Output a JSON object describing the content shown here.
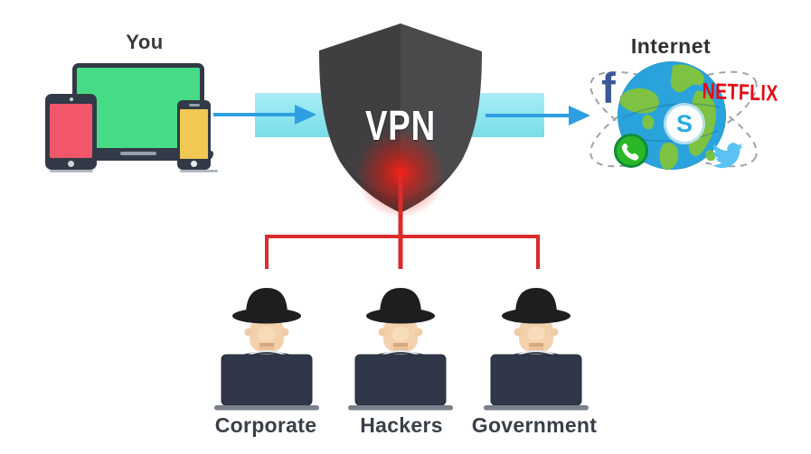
{
  "diagram": {
    "left": {
      "label": "You",
      "device_icons": [
        "laptop-icon",
        "tablet-icon",
        "smartphone-icon"
      ]
    },
    "shield": {
      "label": "VPN"
    },
    "right": {
      "label": "Internet",
      "services": {
        "facebook_glyph": "f",
        "netflix_label": "NETFLIX",
        "skype_glyph": "S",
        "whatsapp_icon": "whatsapp-phone-icon",
        "twitter_icon": "twitter-bird-icon",
        "globe_icon": "globe-icon"
      }
    },
    "threat_labels": [
      "Corporate",
      "Hackers",
      "Government"
    ],
    "colors": {
      "arrow_blue": "#2E9FE3",
      "tunnel_cyan": "#8BE5EF",
      "alert_red": "#DB2B2B",
      "shield_dark_left": "#3F3F41",
      "shield_dark_right": "#4A4A4D",
      "facebook_blue": "#3B5998",
      "netflix_red": "#E50914",
      "skype_blue": "#29ABE2",
      "whatsapp_green": "#2BB826",
      "twitter_blue": "#5BC2F4",
      "globe_ocean": "#2AA3DC",
      "globe_land": "#7DC242",
      "laptop_screen_green": "#46DB85",
      "tablet_screen_red": "#F2566B",
      "phone_screen_yellow": "#F0C853"
    }
  }
}
